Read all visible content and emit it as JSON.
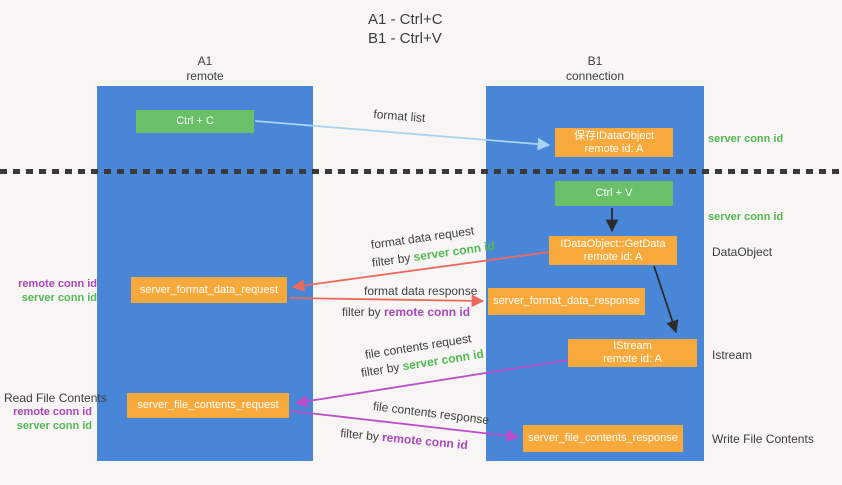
{
  "title": {
    "line1": "A1 - Ctrl+C",
    "line2": "B1 - Ctrl+V"
  },
  "columns": {
    "left": {
      "header_line1": "A1",
      "header_line2": "remote"
    },
    "right": {
      "header_line1": "B1",
      "header_line2": "connection"
    }
  },
  "nodes": {
    "ctrl_c": "Ctrl + C",
    "ctrl_v": "Ctrl + V",
    "save_dataobject": {
      "line1": "保存IDataObject",
      "line2": "remote id: A"
    },
    "getdata": {
      "line1": "IDataObject::GetData",
      "line2": "remote id: A"
    },
    "istream": {
      "line1": "IStream",
      "line2": "remote id: A"
    },
    "format_request": "server_format_data_request",
    "format_response": "server_format_data_response",
    "file_request": "server_file_contents_request",
    "file_response": "server_file_contents_response"
  },
  "side_labels": {
    "server_conn_id_top": "server conn id",
    "server_conn_id_mid": "server conn id",
    "dataobject": "DataObject",
    "istream": "Istream",
    "write_file": "Write File Contents",
    "read_file": "Read File Contents",
    "left_mid": {
      "remote": "remote conn id",
      "server": "server conn id"
    },
    "left_bottom": {
      "remote": "remote conn id",
      "server": "server conn id"
    }
  },
  "arrow_labels": {
    "format_list": "format list",
    "format_data_request": "format data request",
    "filter_by_server_1": {
      "prefix": "filter by ",
      "highlight": "server conn id"
    },
    "format_data_response": "format data response",
    "filter_by_remote_1": {
      "prefix": "filter by ",
      "highlight": "remote conn id"
    },
    "file_contents_request": "file contents request",
    "filter_by_server_2": {
      "prefix": "filter by ",
      "highlight": "server conn id"
    },
    "file_contents_response": "file contents response",
    "filter_by_remote_2": {
      "prefix": "filter by ",
      "highlight": "remote conn id"
    }
  },
  "colors": {
    "lifeline_blue": "#4a86d8",
    "node_green": "#6abf69",
    "node_orange": "#f7a93c",
    "arrow_red": "#ea6b5d",
    "arrow_magenta": "#bb4ec9",
    "arrow_lightblue": "#a9d4ef",
    "arrow_black": "#2b2b2b",
    "text_green": "#53b953",
    "text_purple": "#ab47bc",
    "background": "#f7f6f4"
  }
}
